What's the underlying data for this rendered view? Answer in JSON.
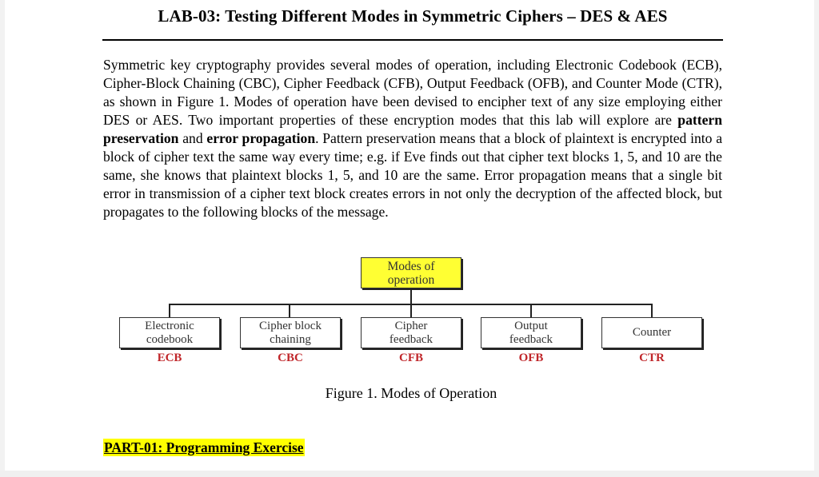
{
  "title": "LAB-03: Testing Different Modes in Symmetric Ciphers – DES & AES",
  "paragraph": {
    "p1": "Symmetric key cryptography provides several modes of operation, including Electronic Codebook (ECB), Cipher-Block Chaining (CBC), Cipher Feedback (CFB), Output Feedback (OFB), and Counter Mode (CTR), as shown in Figure 1. Modes of operation have been devised to encipher text of any size employing either DES or AES. Two important properties of these encryption modes that this lab will explore are ",
    "bold1": "pattern preservation",
    "p2": " and ",
    "bold2": "error propagation",
    "p3": ". Pattern preservation means that a block of plaintext is encrypted into a block of cipher text the same way every time; e.g. if Eve finds out that cipher text blocks 1, 5, and 10 are the same, she knows that plaintext blocks 1, 5, and 10 are the same. Error propagation means that a single bit error in transmission of a cipher text block creates errors in not only the decryption of the affected block, but propagates to the following blocks of the message."
  },
  "diagram": {
    "root": {
      "line1": "Modes of",
      "line2": "operation"
    },
    "modes": [
      {
        "line1": "Electronic",
        "line2": "codebook",
        "abbr": "ECB"
      },
      {
        "line1": "Cipher block",
        "line2": "chaining",
        "abbr": "CBC"
      },
      {
        "line1": "Cipher",
        "line2": "feedback",
        "abbr": "CFB"
      },
      {
        "line1": "Output",
        "line2": "feedback",
        "abbr": "OFB"
      },
      {
        "line1": "Counter",
        "line2": "",
        "abbr": "CTR"
      }
    ],
    "colors": {
      "root_fill": "#ffff33",
      "abbr_color": "#c0262a"
    }
  },
  "caption": "Figure 1. Modes of Operation",
  "section_heading": "PART-01: Programming Exercise"
}
